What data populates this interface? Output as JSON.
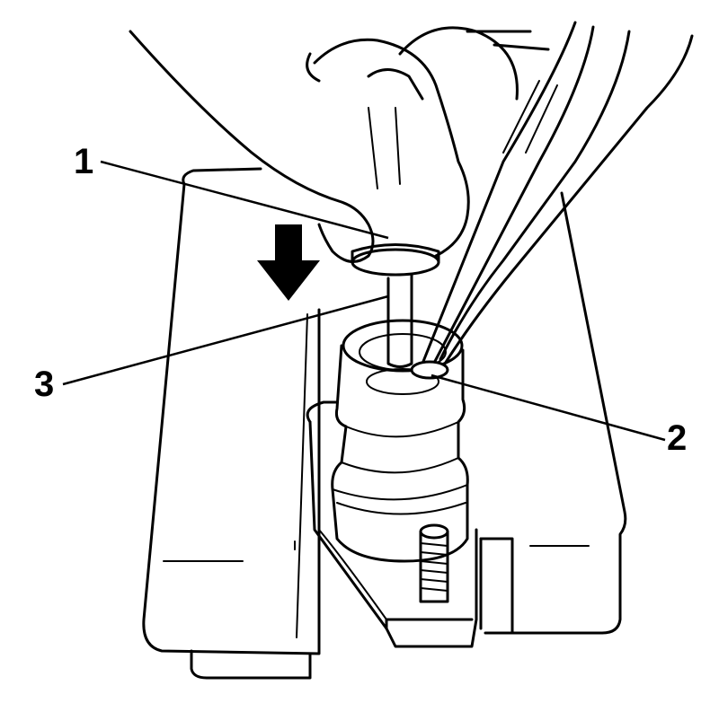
{
  "callouts": {
    "c1": "1",
    "c2": "2",
    "c3": "3"
  },
  "icons": {
    "direction_arrow": "down-arrow-icon"
  }
}
